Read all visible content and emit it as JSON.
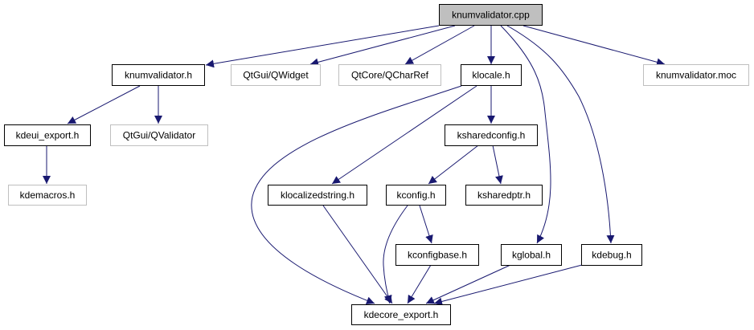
{
  "colors": {
    "edge": "#191970",
    "root_fill": "#bfbfbf",
    "documented_border": "#000000",
    "external_border": "#bfbfbf"
  },
  "nodes": {
    "root": {
      "label": "knumvalidator.cpp",
      "kind": "root"
    },
    "knumvalidator_h": {
      "label": "knumvalidator.h",
      "kind": "documented"
    },
    "qwidget": {
      "label": "QtGui/QWidget",
      "kind": "external"
    },
    "qcharref": {
      "label": "QtCore/QCharRef",
      "kind": "external"
    },
    "klocale": {
      "label": "klocale.h",
      "kind": "documented"
    },
    "moc": {
      "label": "knumvalidator.moc",
      "kind": "external"
    },
    "kdeui_export": {
      "label": "kdeui_export.h",
      "kind": "documented"
    },
    "qvalidator": {
      "label": "QtGui/QValidator",
      "kind": "external"
    },
    "ksharedconfig": {
      "label": "ksharedconfig.h",
      "kind": "documented"
    },
    "kdemacros": {
      "label": "kdemacros.h",
      "kind": "external"
    },
    "klocalizedstring": {
      "label": "klocalizedstring.h",
      "kind": "documented"
    },
    "kconfig": {
      "label": "kconfig.h",
      "kind": "documented"
    },
    "ksharedptr": {
      "label": "ksharedptr.h",
      "kind": "documented"
    },
    "kconfigbase": {
      "label": "kconfigbase.h",
      "kind": "documented"
    },
    "kglobal": {
      "label": "kglobal.h",
      "kind": "documented"
    },
    "kdebug": {
      "label": "kdebug.h",
      "kind": "documented"
    },
    "kdecore_export": {
      "label": "kdecore_export.h",
      "kind": "documented"
    }
  },
  "edges": [
    [
      "knumvalidator.cpp",
      "knumvalidator.h"
    ],
    [
      "knumvalidator.cpp",
      "QtGui/QWidget"
    ],
    [
      "knumvalidator.cpp",
      "QtCore/QCharRef"
    ],
    [
      "knumvalidator.cpp",
      "klocale.h"
    ],
    [
      "knumvalidator.cpp",
      "kglobal.h"
    ],
    [
      "knumvalidator.cpp",
      "kdebug.h"
    ],
    [
      "knumvalidator.cpp",
      "knumvalidator.moc"
    ],
    [
      "knumvalidator.h",
      "kdeui_export.h"
    ],
    [
      "knumvalidator.h",
      "QtGui/QValidator"
    ],
    [
      "kdeui_export.h",
      "kdemacros.h"
    ],
    [
      "klocale.h",
      "kdecore_export.h"
    ],
    [
      "klocale.h",
      "klocalizedstring.h"
    ],
    [
      "klocale.h",
      "ksharedconfig.h"
    ],
    [
      "ksharedconfig.h",
      "kconfig.h"
    ],
    [
      "ksharedconfig.h",
      "ksharedptr.h"
    ],
    [
      "klocalizedstring.h",
      "kdecore_export.h"
    ],
    [
      "kconfig.h",
      "kdecore_export.h"
    ],
    [
      "kconfig.h",
      "kconfigbase.h"
    ],
    [
      "kconfigbase.h",
      "kdecore_export.h"
    ],
    [
      "kglobal.h",
      "kdecore_export.h"
    ],
    [
      "kdebug.h",
      "kdecore_export.h"
    ]
  ]
}
